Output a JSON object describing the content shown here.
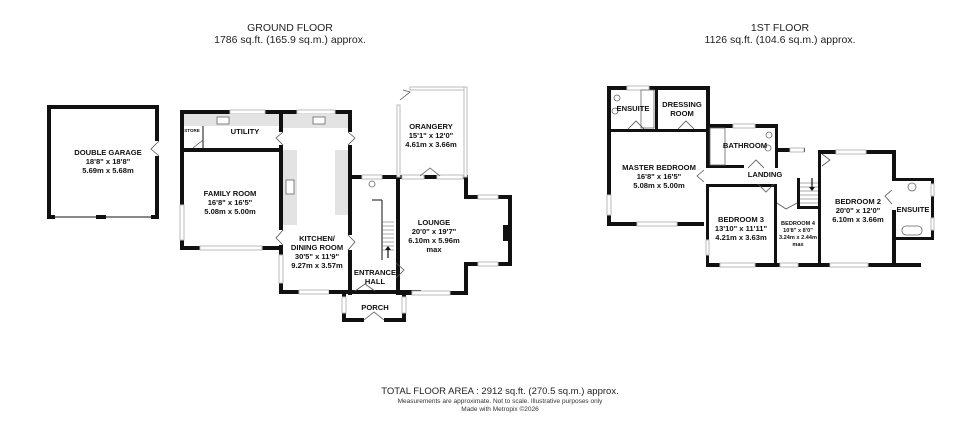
{
  "ground_floor": {
    "title": "GROUND FLOOR",
    "area": "1786 sq.ft. (165.9 sq.m.) approx.",
    "rooms": [
      {
        "id": "double-garage",
        "name": "DOUBLE GARAGE",
        "imperial": "18'8\"  x 18'8\"",
        "metric": "5.69m  x 5.68m"
      },
      {
        "id": "utility",
        "name": "UTILITY"
      },
      {
        "id": "store",
        "name": "STORE"
      },
      {
        "id": "family-room",
        "name": "FAMILY ROOM",
        "imperial": "16'8\"  x 16'5\"",
        "metric": "5.08m  x 5.00m"
      },
      {
        "id": "kitchen-dining",
        "name": "KITCHEN/",
        "name2": "DINING ROOM",
        "imperial": "30'5\"  x 11'9\"",
        "metric": "9.27m  x 3.57m"
      },
      {
        "id": "orangery",
        "name": "ORANGERY",
        "imperial": "15'1\"  x 12'0\"",
        "metric": "4.61m  x 3.66m"
      },
      {
        "id": "lounge",
        "name": "LOUNGE",
        "imperial": "20'0\"  x 19'7\"",
        "metric": "6.10m  x 5.96m",
        "extra": "max"
      },
      {
        "id": "entrance-hall",
        "name": "ENTRANCE",
        "name2": "HALL"
      },
      {
        "id": "porch",
        "name": "PORCH"
      }
    ]
  },
  "first_floor": {
    "title": "1ST FLOOR",
    "area": "1126 sq.ft. (104.6 sq.m.) approx.",
    "rooms": [
      {
        "id": "ensuite-1",
        "name": "ENSUITE"
      },
      {
        "id": "dressing-room",
        "name": "DRESSING",
        "name2": "ROOM"
      },
      {
        "id": "master-bedroom",
        "name": "MASTER BEDROOM",
        "imperial": "16'8\"  x 16'5\"",
        "metric": "5.08m  x 5.00m"
      },
      {
        "id": "bathroom",
        "name": "BATHROOM"
      },
      {
        "id": "landing",
        "name": "LANDING"
      },
      {
        "id": "bedroom-3",
        "name": "BEDROOM 3",
        "imperial": "13'10\"  x 11'11\"",
        "metric": "4.21m  x 3.63m"
      },
      {
        "id": "bedroom-4",
        "name": "BEDROOM 4",
        "imperial": "10'8\"  x 8'0\"",
        "metric": "3.24m  x 2.44m",
        "extra": "max"
      },
      {
        "id": "bedroom-2",
        "name": "BEDROOM 2",
        "imperial": "20'0\"  x 12'0\"",
        "metric": "6.10m  x 3.66m"
      },
      {
        "id": "ensuite-2",
        "name": "ENSUITE"
      }
    ]
  },
  "footer": {
    "total": "TOTAL FLOOR AREA : 2912 sq.ft. (270.5 sq.m.) approx.",
    "disclaimer": "Measurements are approximate.  Not to scale.  Illustrative purposes only",
    "credit": "Made with Metropix ©2026"
  },
  "colors": {
    "wall": "#111111",
    "window": "#ffffff",
    "unit": "#e3e3e3",
    "background": "#ffffff"
  }
}
